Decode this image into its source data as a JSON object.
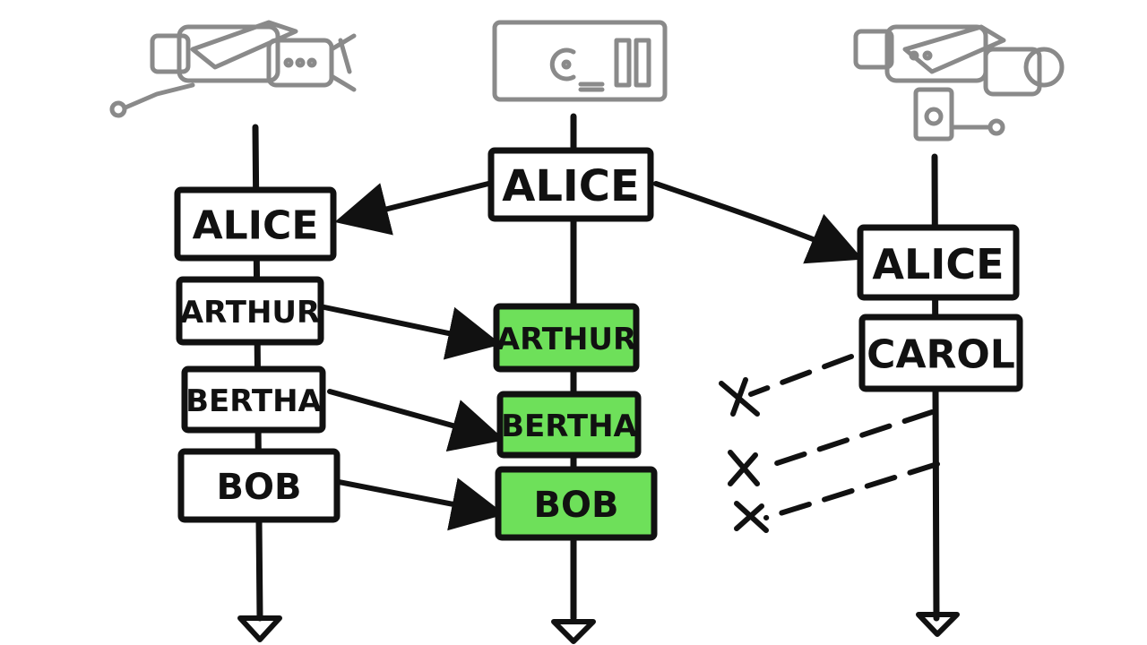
{
  "nodes": {
    "left": {
      "icon": "satellite-icon"
    },
    "center": {
      "icon": "server-icon"
    },
    "right": {
      "icon": "satellite-icon"
    }
  },
  "center_alice": "ALICE",
  "left_stack": [
    "ALICE",
    "ARTHUR",
    "BERTHA",
    "BOB"
  ],
  "center_stack": [
    "ARTHUR",
    "BERTHA",
    "BOB"
  ],
  "right_stack": [
    "ALICE",
    "CAROL"
  ],
  "colors": {
    "ink": "#111111",
    "icon": "#8a8a8a",
    "highlight": "#6ee05a",
    "background": "#ffffff"
  }
}
